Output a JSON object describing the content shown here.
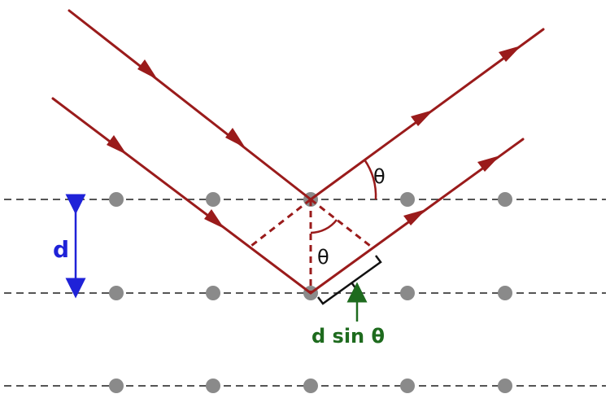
{
  "labels": {
    "spacing": "d",
    "theta_incident": "θ",
    "theta_reflected": "θ",
    "path_difference": "d sin θ"
  },
  "colors": {
    "ray": "#9a1b1b",
    "atom": "#8a8a8a",
    "lattice_line": "#555555",
    "spacing_arrow": "#1f22d8",
    "path_arrow": "#1e6b1e",
    "bracket": "#111111"
  }
}
